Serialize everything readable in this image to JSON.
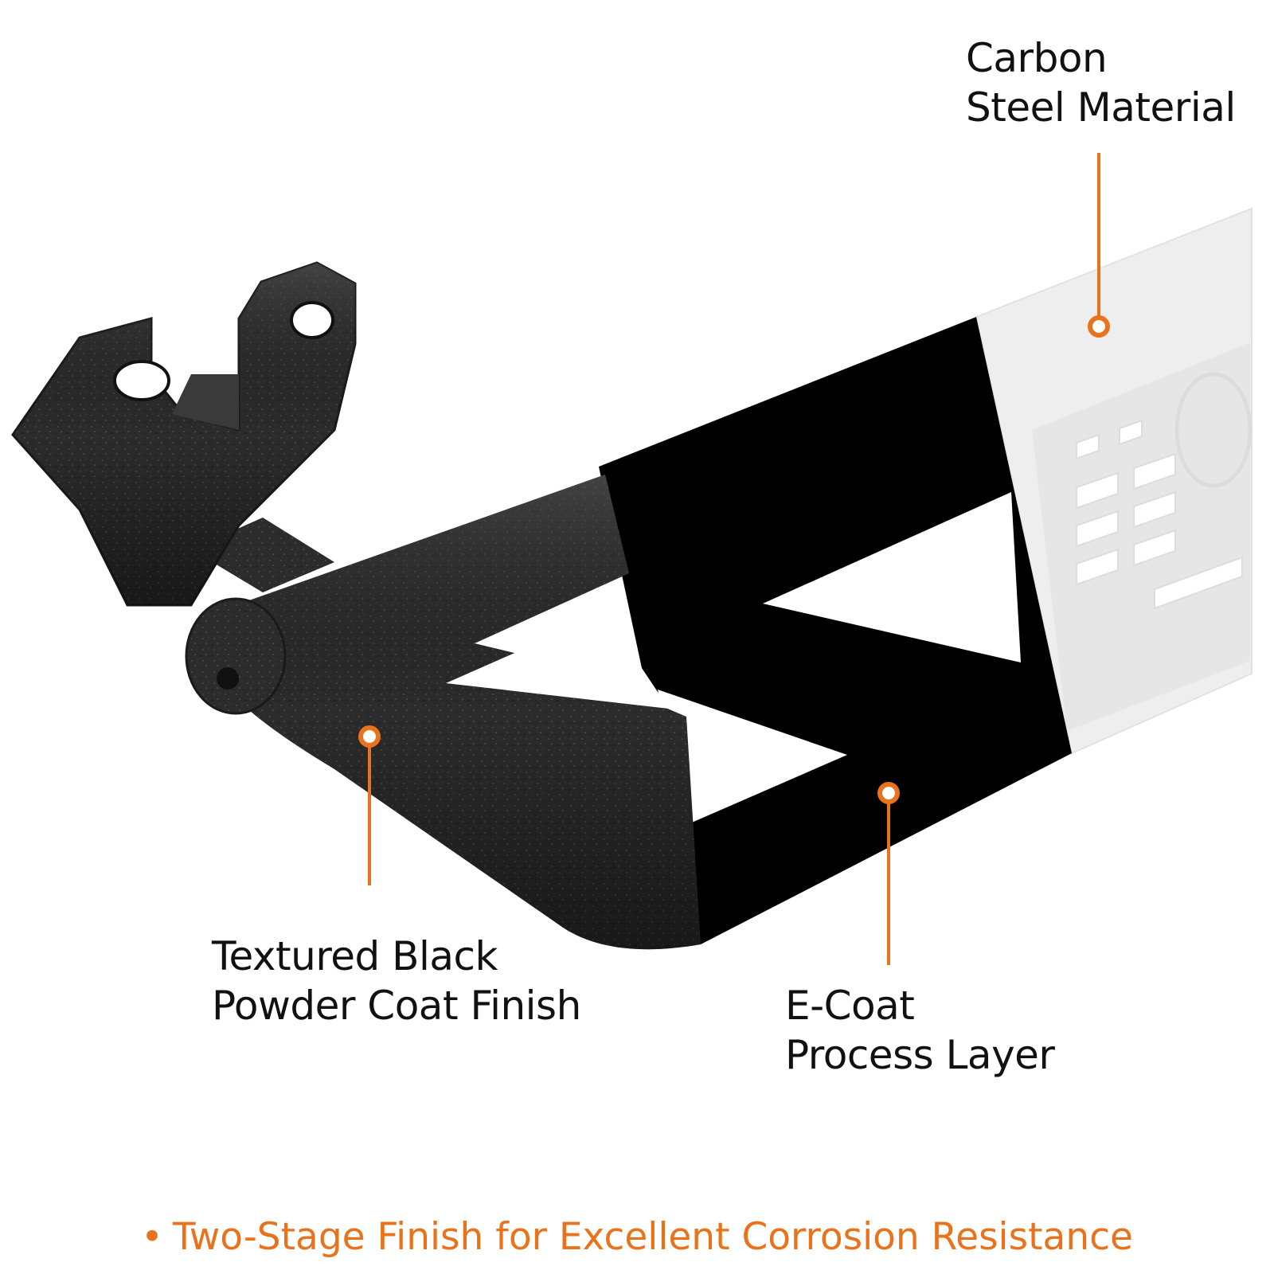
{
  "colors": {
    "accent": "#e8731c",
    "text": "#111111",
    "steel_black": "#2a2a2a",
    "ecoat_black": "#000000",
    "raw_steel": "#eeeeee",
    "background": "#ffffff"
  },
  "callouts": [
    {
      "id": "carbon-steel",
      "lines": [
        "Carbon",
        "Steel Material"
      ]
    },
    {
      "id": "powder-coat",
      "lines": [
        "Textured Black",
        "Powder Coat Finish"
      ]
    },
    {
      "id": "e-coat",
      "lines": [
        "E-Coat",
        "Process Layer"
      ]
    }
  ],
  "footer": {
    "bullet": "•",
    "text": "Two-Stage Finish for Excellent Corrosion Resistance"
  }
}
